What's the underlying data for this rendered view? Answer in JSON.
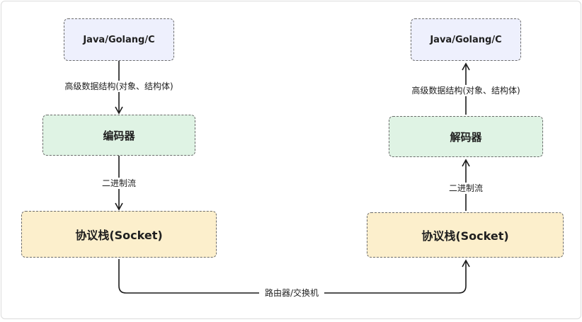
{
  "left": {
    "language": "Java/Golang/C",
    "top_edge_label": "高级数据结构(对象、结构体)",
    "codec": "编码器",
    "bottom_edge_label": "二进制流",
    "stack": "协议栈(Socket)"
  },
  "right": {
    "language": "Java/Golang/C",
    "top_edge_label": "高级数据结构(对象、结构体)",
    "codec": "解码器",
    "bottom_edge_label": "二进制流",
    "stack": "协议栈(Socket)"
  },
  "network_label": "路由器/交换机",
  "colors": {
    "language_fill": "#eef0fd",
    "codec_fill": "#dff3e4",
    "stack_fill": "#fcefcc",
    "border": "#6b6b6b",
    "line": "#1a1a1a"
  }
}
